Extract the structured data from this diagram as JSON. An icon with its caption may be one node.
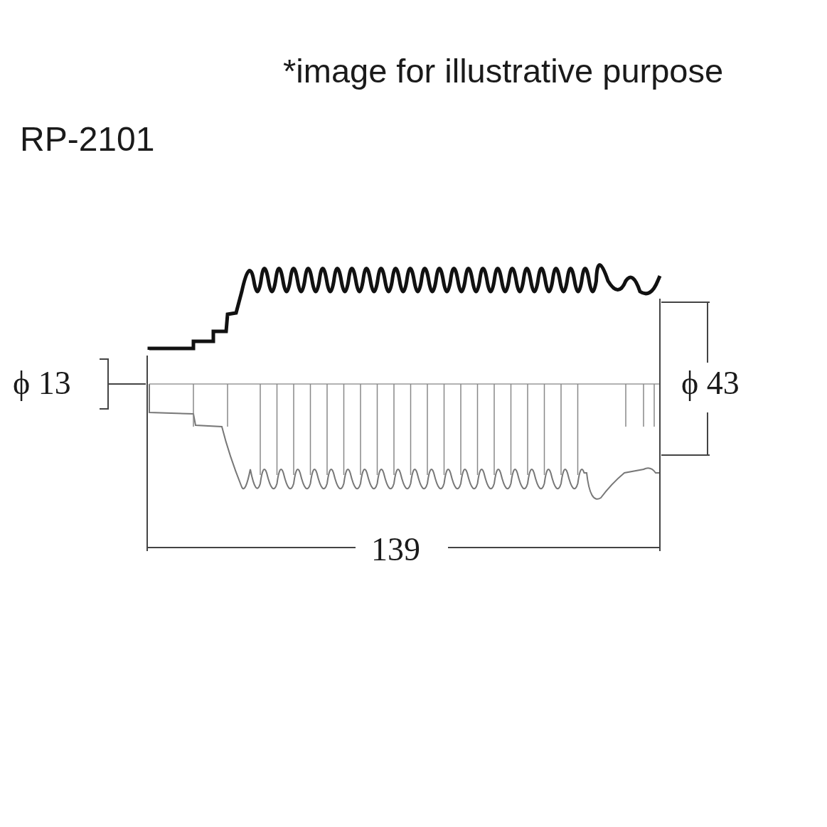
{
  "diagram": {
    "title": "RP-2101",
    "labels": [
      "*image for illustrative purpose",
      "ϕ 13",
      "ϕ 43",
      "139"
    ]
  }
}
